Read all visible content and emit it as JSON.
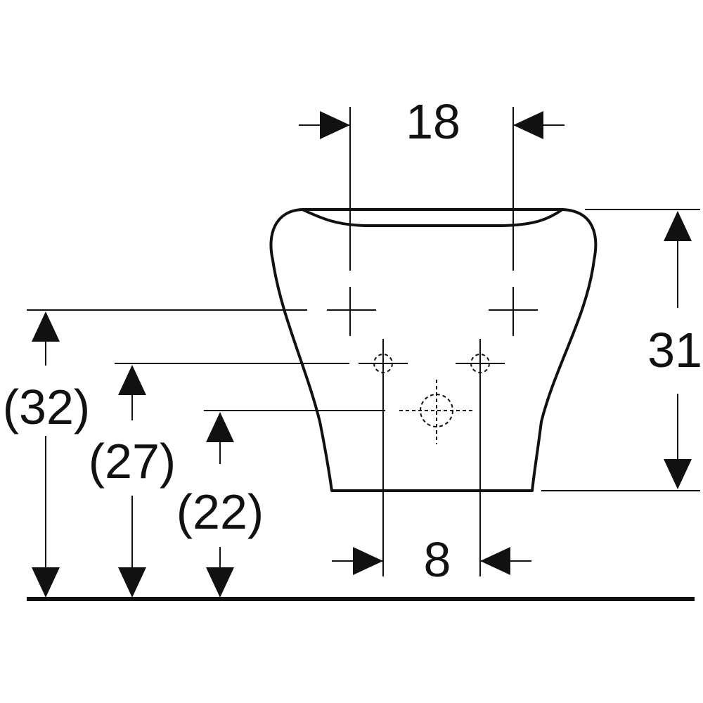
{
  "dimensions": {
    "top_width": "18",
    "bottom_width": "8",
    "height_right": "31",
    "height_outer": "(32)",
    "height_middle": "(27)",
    "height_inner": "(22)"
  },
  "colors": {
    "line": "#111111",
    "background": "#ffffff"
  }
}
